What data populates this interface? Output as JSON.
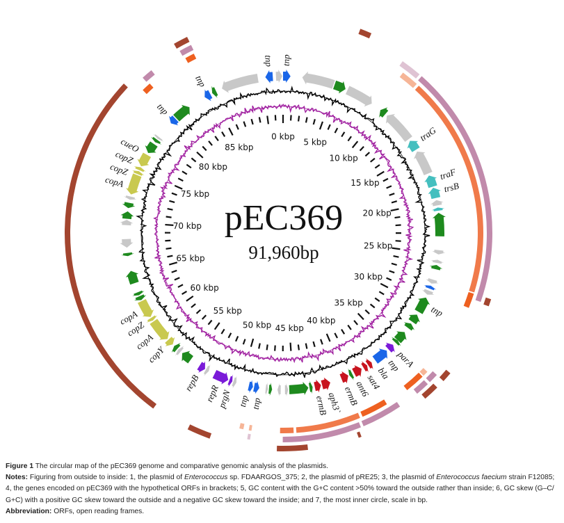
{
  "map": {
    "title": "pEC369",
    "length_label": "91,960bp",
    "total_kbp": 91.96,
    "scale_labels": [
      "0 kbp",
      "5 kbp",
      "10 kbp",
      "15 kbp",
      "20 kbp",
      "25 kbp",
      "30 kbp",
      "35 kbp",
      "40 kbp",
      "45 kbp",
      "50 kbp",
      "55 kbp",
      "60 kbp",
      "65 kbp",
      "70 kbp",
      "75 kbp",
      "80 kbp",
      "85 kbp"
    ],
    "colors": {
      "green": "#1e8a1e",
      "grey": "#c8c8c8",
      "blue": "#1a66e8",
      "cyan": "#44bfbf",
      "yellow": "#c9c94f",
      "purple": "#7a1ad8",
      "red": "#c8141e",
      "brown": "#a3452f",
      "pink": "#c18aab",
      "pink_light": "#dfc3d3",
      "orange": "#f07a4a",
      "orange_light": "#f6b597",
      "orange_dark": "#ee6020",
      "gc_content": "#000000",
      "gc_skew": "#a020a0"
    },
    "genes": [
      {
        "s": 86.1,
        "e": 89.6,
        "d": -1,
        "c": "grey"
      },
      {
        "s": 90.3,
        "e": 91.0,
        "d": -1,
        "c": "blue",
        "label": "tnp"
      },
      {
        "s": 91.3,
        "e": 91.9,
        "d": 1,
        "c": "grey"
      },
      {
        "s": 0.0,
        "e": 0.7,
        "d": 1,
        "c": "blue",
        "label": "tnp"
      },
      {
        "s": 84.3,
        "e": 84.9,
        "d": -1,
        "c": "blue",
        "label": "tnp"
      },
      {
        "s": 85.1,
        "e": 85.5,
        "d": -1,
        "c": "green"
      },
      {
        "s": 1.8,
        "e": 4.8,
        "d": -1,
        "c": "grey"
      },
      {
        "s": 4.9,
        "e": 6.0,
        "d": 1,
        "c": "green"
      },
      {
        "s": 6.2,
        "e": 8.8,
        "d": 1,
        "c": "grey"
      },
      {
        "s": 9.8,
        "e": 10.4,
        "d": -1,
        "c": "green"
      },
      {
        "s": 10.6,
        "e": 13.6,
        "d": -1,
        "c": "grey"
      },
      {
        "s": 13.8,
        "e": 14.8,
        "d": -1,
        "c": "cyan",
        "label": "traG"
      },
      {
        "s": 15.0,
        "e": 17.3,
        "d": -1,
        "c": "grey"
      },
      {
        "s": 17.5,
        "e": 18.6,
        "d": -1,
        "c": "cyan",
        "label": "traF"
      },
      {
        "s": 18.7,
        "e": 19.7,
        "d": -1,
        "c": "cyan",
        "label": "trsB"
      },
      {
        "s": 19.9,
        "e": 20.4,
        "d": -1,
        "c": "grey"
      },
      {
        "s": 20.6,
        "e": 20.9,
        "d": -1,
        "c": "cyan"
      },
      {
        "s": 21.1,
        "e": 23.3,
        "d": -1,
        "c": "green"
      },
      {
        "s": 24.6,
        "e": 25.0,
        "d": 1,
        "c": "grey"
      },
      {
        "s": 25.5,
        "e": 25.8,
        "d": -1,
        "c": "grey"
      },
      {
        "s": 26.0,
        "e": 26.4,
        "d": -1,
        "c": "green"
      },
      {
        "s": 27.4,
        "e": 27.8,
        "d": 1,
        "c": "grey"
      },
      {
        "s": 28.0,
        "e": 28.3,
        "d": -1,
        "c": "blue"
      },
      {
        "s": 28.5,
        "e": 28.9,
        "d": 1,
        "c": "grey"
      },
      {
        "s": 29.2,
        "e": 30.7,
        "d": -1,
        "c": "green",
        "label": "tnp"
      },
      {
        "s": 31.0,
        "e": 31.8,
        "d": -1,
        "c": "green"
      },
      {
        "s": 32.0,
        "e": 32.5,
        "d": -1,
        "c": "green"
      },
      {
        "s": 33.0,
        "e": 34.0,
        "d": -1,
        "c": "green"
      },
      {
        "s": 34.0,
        "e": 34.3,
        "d": -1,
        "c": "green"
      },
      {
        "s": 34.6,
        "e": 35.2,
        "d": -1,
        "c": "purple",
        "label": "parA"
      },
      {
        "s": 35.4,
        "e": 36.8,
        "d": -1,
        "c": "blue",
        "label": "tnp"
      },
      {
        "s": 37.2,
        "e": 37.6,
        "d": -1,
        "c": "red",
        "label": "bla"
      },
      {
        "s": 37.7,
        "e": 38.1,
        "d": -1,
        "c": "red",
        "label": "sat4"
      },
      {
        "s": 38.3,
        "e": 39.1,
        "d": -1,
        "c": "red",
        "label": "ant6"
      },
      {
        "s": 39.3,
        "e": 39.6,
        "d": 1,
        "c": "green"
      },
      {
        "s": 39.7,
        "e": 40.4,
        "d": -1,
        "c": "red",
        "label": "ermB"
      },
      {
        "s": 41.5,
        "e": 42.3,
        "d": -1,
        "c": "red",
        "label": "aph3`"
      },
      {
        "s": 42.4,
        "e": 43.0,
        "d": -1,
        "c": "red",
        "label": "ermB"
      },
      {
        "s": 43.2,
        "e": 43.5,
        "d": -1,
        "c": "green"
      },
      {
        "s": 43.6,
        "e": 45.4,
        "d": -1,
        "c": "green"
      },
      {
        "s": 45.5,
        "e": 45.8,
        "d": -1,
        "c": "grey"
      },
      {
        "s": 46.2,
        "e": 46.5,
        "d": 1,
        "c": "grey"
      },
      {
        "s": 47.0,
        "e": 47.3,
        "d": -1,
        "c": "green"
      },
      {
        "s": 47.4,
        "e": 47.6,
        "d": -1,
        "c": "grey"
      },
      {
        "s": 48.2,
        "e": 48.7,
        "d": -1,
        "c": "blue",
        "label": "tnp"
      },
      {
        "s": 48.8,
        "e": 49.2,
        "d": -1,
        "c": "blue",
        "label": "tnp"
      },
      {
        "s": 50.4,
        "e": 50.7,
        "d": -1,
        "c": "grey"
      },
      {
        "s": 50.8,
        "e": 51.1,
        "d": -1,
        "c": "purple",
        "label": "prgN"
      },
      {
        "s": 51.2,
        "e": 52.6,
        "d": -1,
        "c": "purple",
        "label": "repR"
      },
      {
        "s": 53.2,
        "e": 53.5,
        "d": -1,
        "c": "grey"
      },
      {
        "s": 53.6,
        "e": 54.2,
        "d": -1,
        "c": "purple",
        "label": "repB"
      },
      {
        "s": 55.2,
        "e": 56.2,
        "d": 1,
        "c": "green"
      },
      {
        "s": 56.4,
        "e": 56.7,
        "d": 1,
        "c": "grey"
      },
      {
        "s": 56.8,
        "e": 57.2,
        "d": 1,
        "c": "green"
      },
      {
        "s": 57.4,
        "e": 58.0,
        "d": -1,
        "c": "yellow",
        "label": "copY"
      },
      {
        "s": 58.1,
        "e": 60.2,
        "d": -1,
        "c": "yellow",
        "label": "copA"
      },
      {
        "s": 60.3,
        "e": 60.6,
        "d": -1,
        "c": "yellow",
        "label": "copZ"
      },
      {
        "s": 60.7,
        "e": 62.4,
        "d": -1,
        "c": "yellow",
        "label": "copA"
      },
      {
        "s": 62.5,
        "e": 62.9,
        "d": -1,
        "c": "green"
      },
      {
        "s": 63.0,
        "e": 63.3,
        "d": -1,
        "c": "green"
      },
      {
        "s": 64.2,
        "e": 65.4,
        "d": 1,
        "c": "green"
      },
      {
        "s": 66.8,
        "e": 67.1,
        "d": -1,
        "c": "green"
      },
      {
        "s": 67.6,
        "e": 68.4,
        "d": -1,
        "c": "grey"
      },
      {
        "s": 69.7,
        "e": 70.2,
        "d": 1,
        "c": "grey"
      },
      {
        "s": 70.3,
        "e": 71.0,
        "d": 1,
        "c": "green"
      },
      {
        "s": 71.3,
        "e": 71.8,
        "d": -1,
        "c": "green"
      },
      {
        "s": 72.1,
        "e": 72.4,
        "d": -1,
        "c": "grey"
      },
      {
        "s": 72.6,
        "e": 74.5,
        "d": -1,
        "c": "yellow",
        "label": "copA"
      },
      {
        "s": 74.6,
        "e": 74.9,
        "d": 1,
        "c": "yellow",
        "label": "copZ"
      },
      {
        "s": 75.0,
        "e": 75.3,
        "d": 1,
        "c": "yellow",
        "label": "copZ"
      },
      {
        "s": 75.4,
        "e": 76.6,
        "d": -1,
        "c": "yellow",
        "label": "cueO"
      },
      {
        "s": 76.8,
        "e": 77.8,
        "d": -1,
        "c": "green"
      },
      {
        "s": 78.0,
        "e": 78.3,
        "d": -1,
        "c": "green"
      },
      {
        "s": 78.4,
        "e": 78.6,
        "d": -1,
        "c": "grey"
      },
      {
        "s": 80.3,
        "e": 80.9,
        "d": -1,
        "c": "blue",
        "label": "tnp"
      },
      {
        "s": 81.0,
        "e": 82.6,
        "d": 1,
        "c": "green"
      }
    ],
    "rings": [
      {
        "name": "Enterococcus sp. FDAARGOS_375",
        "level": 1,
        "blocks": [
          {
            "s": 5.3,
            "e": 6.1,
            "c": "brown"
          },
          {
            "s": 27.5,
            "e": 28.0,
            "c": "brown"
          },
          {
            "s": 33.2,
            "e": 33.9,
            "c": "brown"
          },
          {
            "s": 34.5,
            "e": 35.6,
            "c": "brown"
          },
          {
            "s": 44.3,
            "e": 46.4,
            "c": "brown"
          },
          {
            "s": 51.0,
            "e": 52.6,
            "c": "brown"
          },
          {
            "s": 55.3,
            "e": 80.0,
            "c": "brown"
          },
          {
            "s": 84.3,
            "e": 85.3,
            "c": "brown"
          },
          {
            "s": 40.6,
            "e": 40.8,
            "c": "brown"
          }
        ]
      },
      {
        "name": "pRE25",
        "level": 2,
        "blocks": [
          {
            "s": 8.9,
            "e": 10.4,
            "c": "pink_light"
          },
          {
            "s": 10.6,
            "e": 27.9,
            "c": "pink"
          },
          {
            "s": 33.9,
            "e": 34.6,
            "c": "pink"
          },
          {
            "s": 34.8,
            "e": 35.8,
            "c": "pink"
          },
          {
            "s": 37.3,
            "e": 40.2,
            "c": "pink"
          },
          {
            "s": 40.4,
            "e": 46.0,
            "c": "pink"
          },
          {
            "s": 81.2,
            "e": 82.0,
            "c": "pink"
          },
          {
            "s": 84.4,
            "e": 85.3,
            "c": "pink"
          },
          {
            "s": 48.3,
            "e": 48.5,
            "c": "pink_light"
          }
        ]
      },
      {
        "name": "Enterococcus faecium strain F12085",
        "level": 3,
        "blocks": [
          {
            "s": 9.4,
            "e": 10.7,
            "c": "orange_light"
          },
          {
            "s": 10.9,
            "e": 27.4,
            "c": "orange"
          },
          {
            "s": 27.5,
            "e": 28.6,
            "c": "orange_dark"
          },
          {
            "s": 34.2,
            "e": 34.6,
            "c": "orange_light"
          },
          {
            "s": 34.7,
            "e": 36.2,
            "c": "orange_dark"
          },
          {
            "s": 38.0,
            "e": 40.0,
            "c": "orange_dark"
          },
          {
            "s": 40.2,
            "e": 45.0,
            "c": "orange"
          },
          {
            "s": 45.2,
            "e": 46.2,
            "c": "orange"
          },
          {
            "s": 48.3,
            "e": 48.5,
            "c": "orange_light"
          },
          {
            "s": 48.9,
            "e": 49.2,
            "c": "orange_light"
          },
          {
            "s": 80.6,
            "e": 81.3,
            "c": "orange_dark"
          },
          {
            "s": 84.5,
            "e": 85.2,
            "c": "orange_dark"
          }
        ]
      }
    ]
  },
  "caption": {
    "fig_label": "Figure 1",
    "fig_text": "The circular map of the pEC369 genome and comparative genomic analysis of the plasmids.",
    "notes_label": "Notes:",
    "notes_a": "Figuring from outside to inside: 1, the plasmid of ",
    "notes_b": "Enterococcus",
    "notes_c": " sp. FDAARGOS_375; 2, the plasmid of pRE25; 3, the plasmid of ",
    "notes_d": "Enterococcus faecium",
    "notes_e": " strain F12085; 4, the genes encoded on pEC369 with the hypothetical ORFs in brackets; 5, GC content with the G+C content >50% toward the outside rather than inside; 6, GC skew (G–C/ G+C) with a positive GC skew toward the outside and a negative GC skew toward the inside; and 7, the most inner circle, scale in bp.",
    "abbr_label": "Abbreviation:",
    "abbr_text": "ORFs, open reading frames."
  }
}
